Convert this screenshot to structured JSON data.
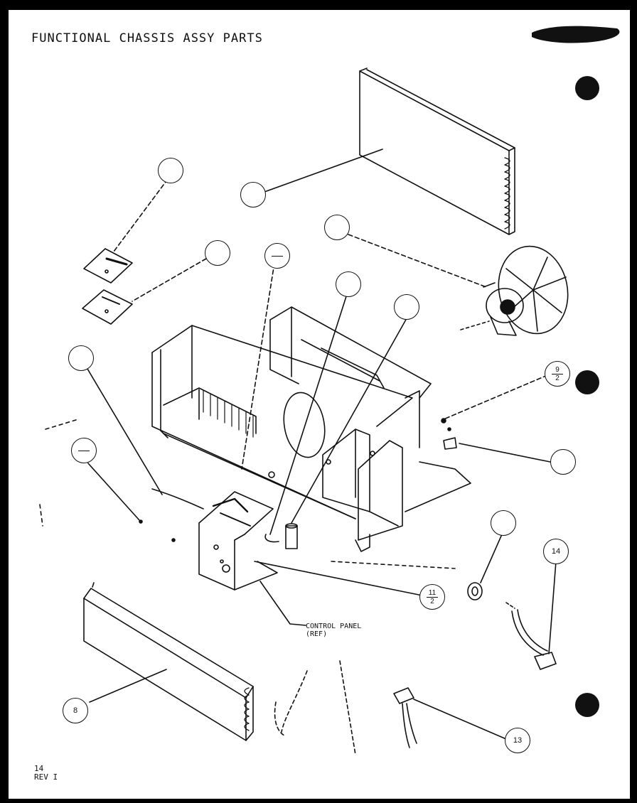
{
  "title": "FUNCTIONAL CHASSIS ASSY PARTS",
  "footer": {
    "page": "14",
    "revision": "REV I"
  },
  "control_panel_label": {
    "line1": "CONTROL PANEL",
    "line2": "(REF)"
  },
  "callouts": {
    "c8": "8",
    "c13": "13",
    "c14": "14",
    "c9": {
      "num": "9",
      "den": "2"
    },
    "c11": {
      "num": "11",
      "den": "2"
    }
  },
  "colors": {
    "ink": "#111111",
    "paper": "#ffffff",
    "background": "#000000"
  }
}
